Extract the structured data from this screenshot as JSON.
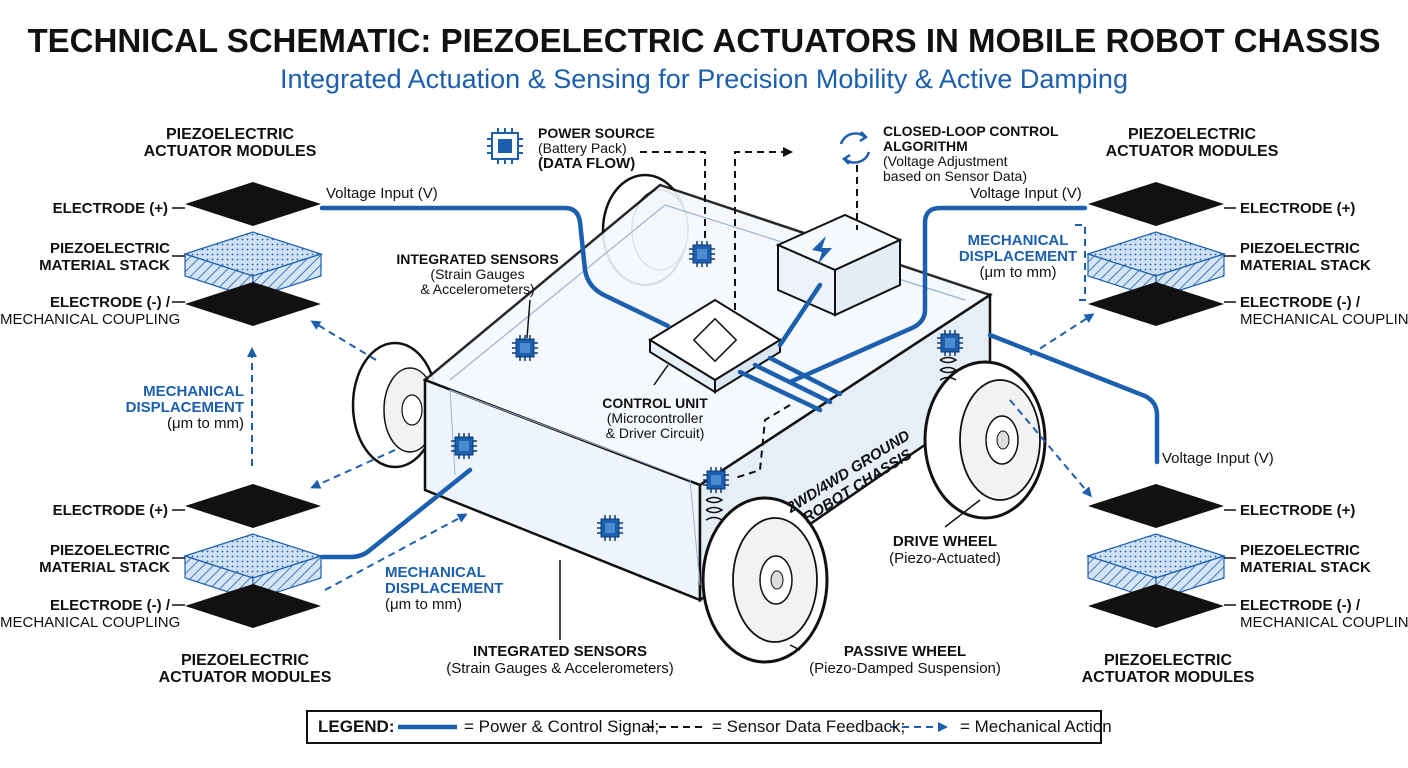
{
  "header": {
    "title": "TECHNICAL SCHEMATIC: PIEZOELECTRIC ACTUATORS IN MOBILE ROBOT CHASSIS",
    "subtitle": "Integrated Actuation & Sensing for Precision Mobility & Active Damping"
  },
  "module_label": [
    "PIEZOELECTRIC",
    "ACTUATOR MODULES"
  ],
  "stack_labels": {
    "electrode_pos": "ELECTRODE (+)",
    "material": [
      "PIEZOELECTRIC",
      "MATERIAL STACK"
    ],
    "electrode_neg": [
      "ELECTRODE (-) /",
      "MECHANICAL COUPLING"
    ]
  },
  "voltage_input": "Voltage Input (V)",
  "mech_displacement": [
    "MECHANICAL",
    "DISPLACEMENT",
    "(μm to mm)"
  ],
  "power_source": [
    "POWER SOURCE",
    "(Battery Pack)",
    "(DATA FLOW)"
  ],
  "control_algorithm": [
    "CLOSED-LOOP CONTROL",
    "ALGORITHM",
    "(Voltage Adjustment",
    "based on Sensor Data)"
  ],
  "sensors_top": [
    "INTEGRATED SENSORS",
    "(Strain Gauges",
    "& Accelerometers)"
  ],
  "control_unit": [
    "CONTROL UNIT",
    "(Microcontroller",
    "& Driver Circuit)"
  ],
  "chassis_label": [
    "2WD/4WD GROUND",
    "ROBOT CHASSIS"
  ],
  "drive_wheel": [
    "DRIVE WHEEL",
    "(Piezo-Actuated)"
  ],
  "passive_wheel": [
    "PASSIVE WHEEL",
    "(Piezo-Damped Suspension)"
  ],
  "sensors_bottom": [
    "INTEGRATED SENSORS",
    "(Strain Gauges & Accelerometers)"
  ],
  "legend": {
    "title": "LEGEND:",
    "power": "= Power & Control Signal;",
    "sensor": "= Sensor Data Feedback;",
    "mechanical": "= Mechanical Action"
  },
  "colors": {
    "accent": "#1b5fae",
    "ink": "#111111",
    "light_blue": "#cfe0f3"
  }
}
